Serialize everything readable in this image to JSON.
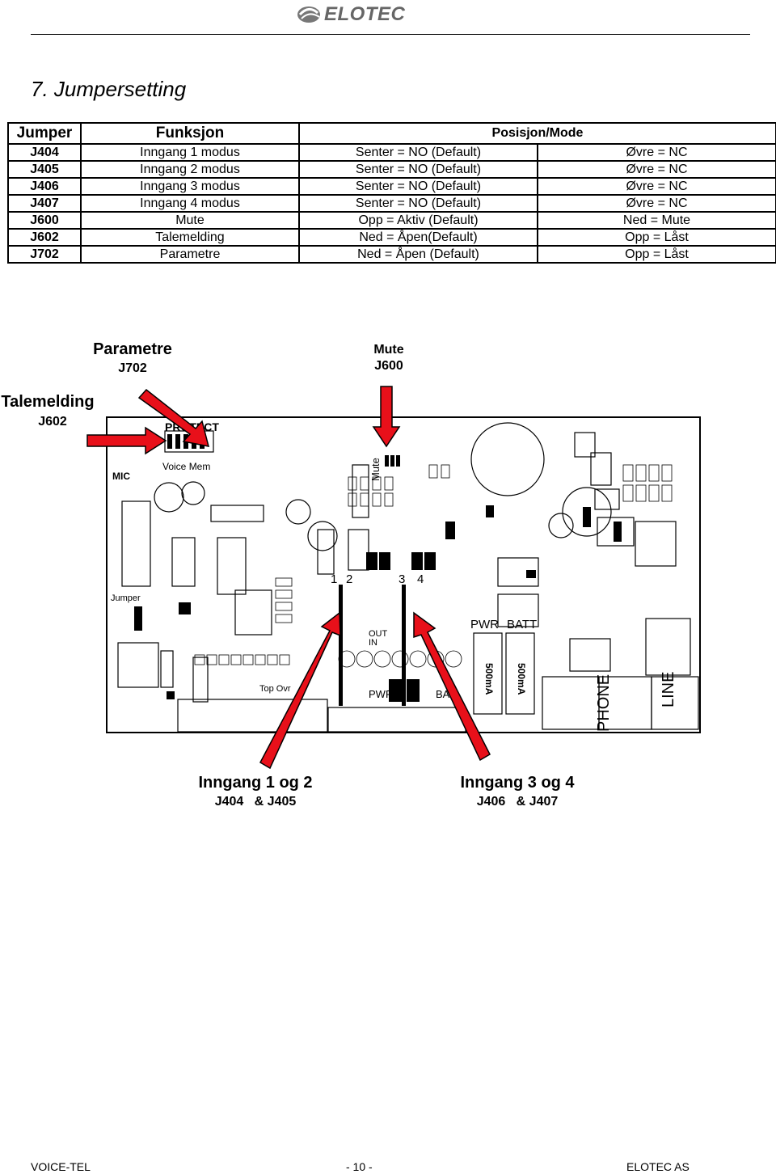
{
  "header": {
    "logo_text": "ELOTEC"
  },
  "section_title": "7. Jumpersetting",
  "table": {
    "headers": {
      "jumper": "Jumper",
      "function": "Funksjon",
      "position": "Posisjon/Mode"
    },
    "rows": [
      {
        "jumper": "J404",
        "function": "Inngang 1 modus",
        "mode1": "Senter = NO (Default)",
        "mode2": "Øvre = NC"
      },
      {
        "jumper": "J405",
        "function": "Inngang 2 modus",
        "mode1": "Senter = NO (Default)",
        "mode2": "Øvre = NC"
      },
      {
        "jumper": "J406",
        "function": "Inngang 3 modus",
        "mode1": "Senter = NO (Default)",
        "mode2": "Øvre = NC"
      },
      {
        "jumper": "J407",
        "function": "Inngang 4 modus",
        "mode1": "Senter = NO (Default)",
        "mode2": "Øvre = NC"
      },
      {
        "jumper": "J600",
        "function": "Mute",
        "mode1": "Opp = Aktiv (Default)",
        "mode2": "Ned = Mute"
      },
      {
        "jumper": "J602",
        "function": "Talemelding",
        "mode1": "Ned = Åpen(Default)",
        "mode2": "Opp = Låst"
      },
      {
        "jumper": "J702",
        "function": "Parametre",
        "mode1": "Ned = Åpen (Default)",
        "mode2": "Opp = Låst"
      }
    ]
  },
  "diagram": {
    "parametre": {
      "title": "Parametre",
      "sub": "J702"
    },
    "mute": {
      "title": "Mute",
      "sub": "J600"
    },
    "talemelding": {
      "title": "Talemelding",
      "sub": "J602"
    },
    "inngang12": {
      "title": "Inngang 1 og 2",
      "sub": "J404   & J405"
    },
    "inngang34": {
      "title": "Inngang 3 og 4",
      "sub": "J406   & J407"
    },
    "board_labels": {
      "protect": "PROTECT",
      "voice_mem": "Voice Mem",
      "mic": "MIC",
      "mute": "Mute",
      "jumper": "Jumper",
      "top_ovr": "Top Ovr",
      "pwr": "PWR",
      "batt": "BATT",
      "pwr2": "PWR",
      "ba": "BA",
      "out": "OUT",
      "in": "IN",
      "phone": "PHONE",
      "line": "LINE",
      "ma1": "500mA",
      "ma2": "500mA",
      "n1": "1",
      "n2": "2",
      "n3": "3",
      "n4": "4"
    }
  },
  "footer": {
    "left": "VOICE-TEL",
    "center": "- 10 -",
    "right": "ELOTEC AS"
  },
  "colors": {
    "arrow": "#e8101a",
    "accent_text": "#000000"
  }
}
